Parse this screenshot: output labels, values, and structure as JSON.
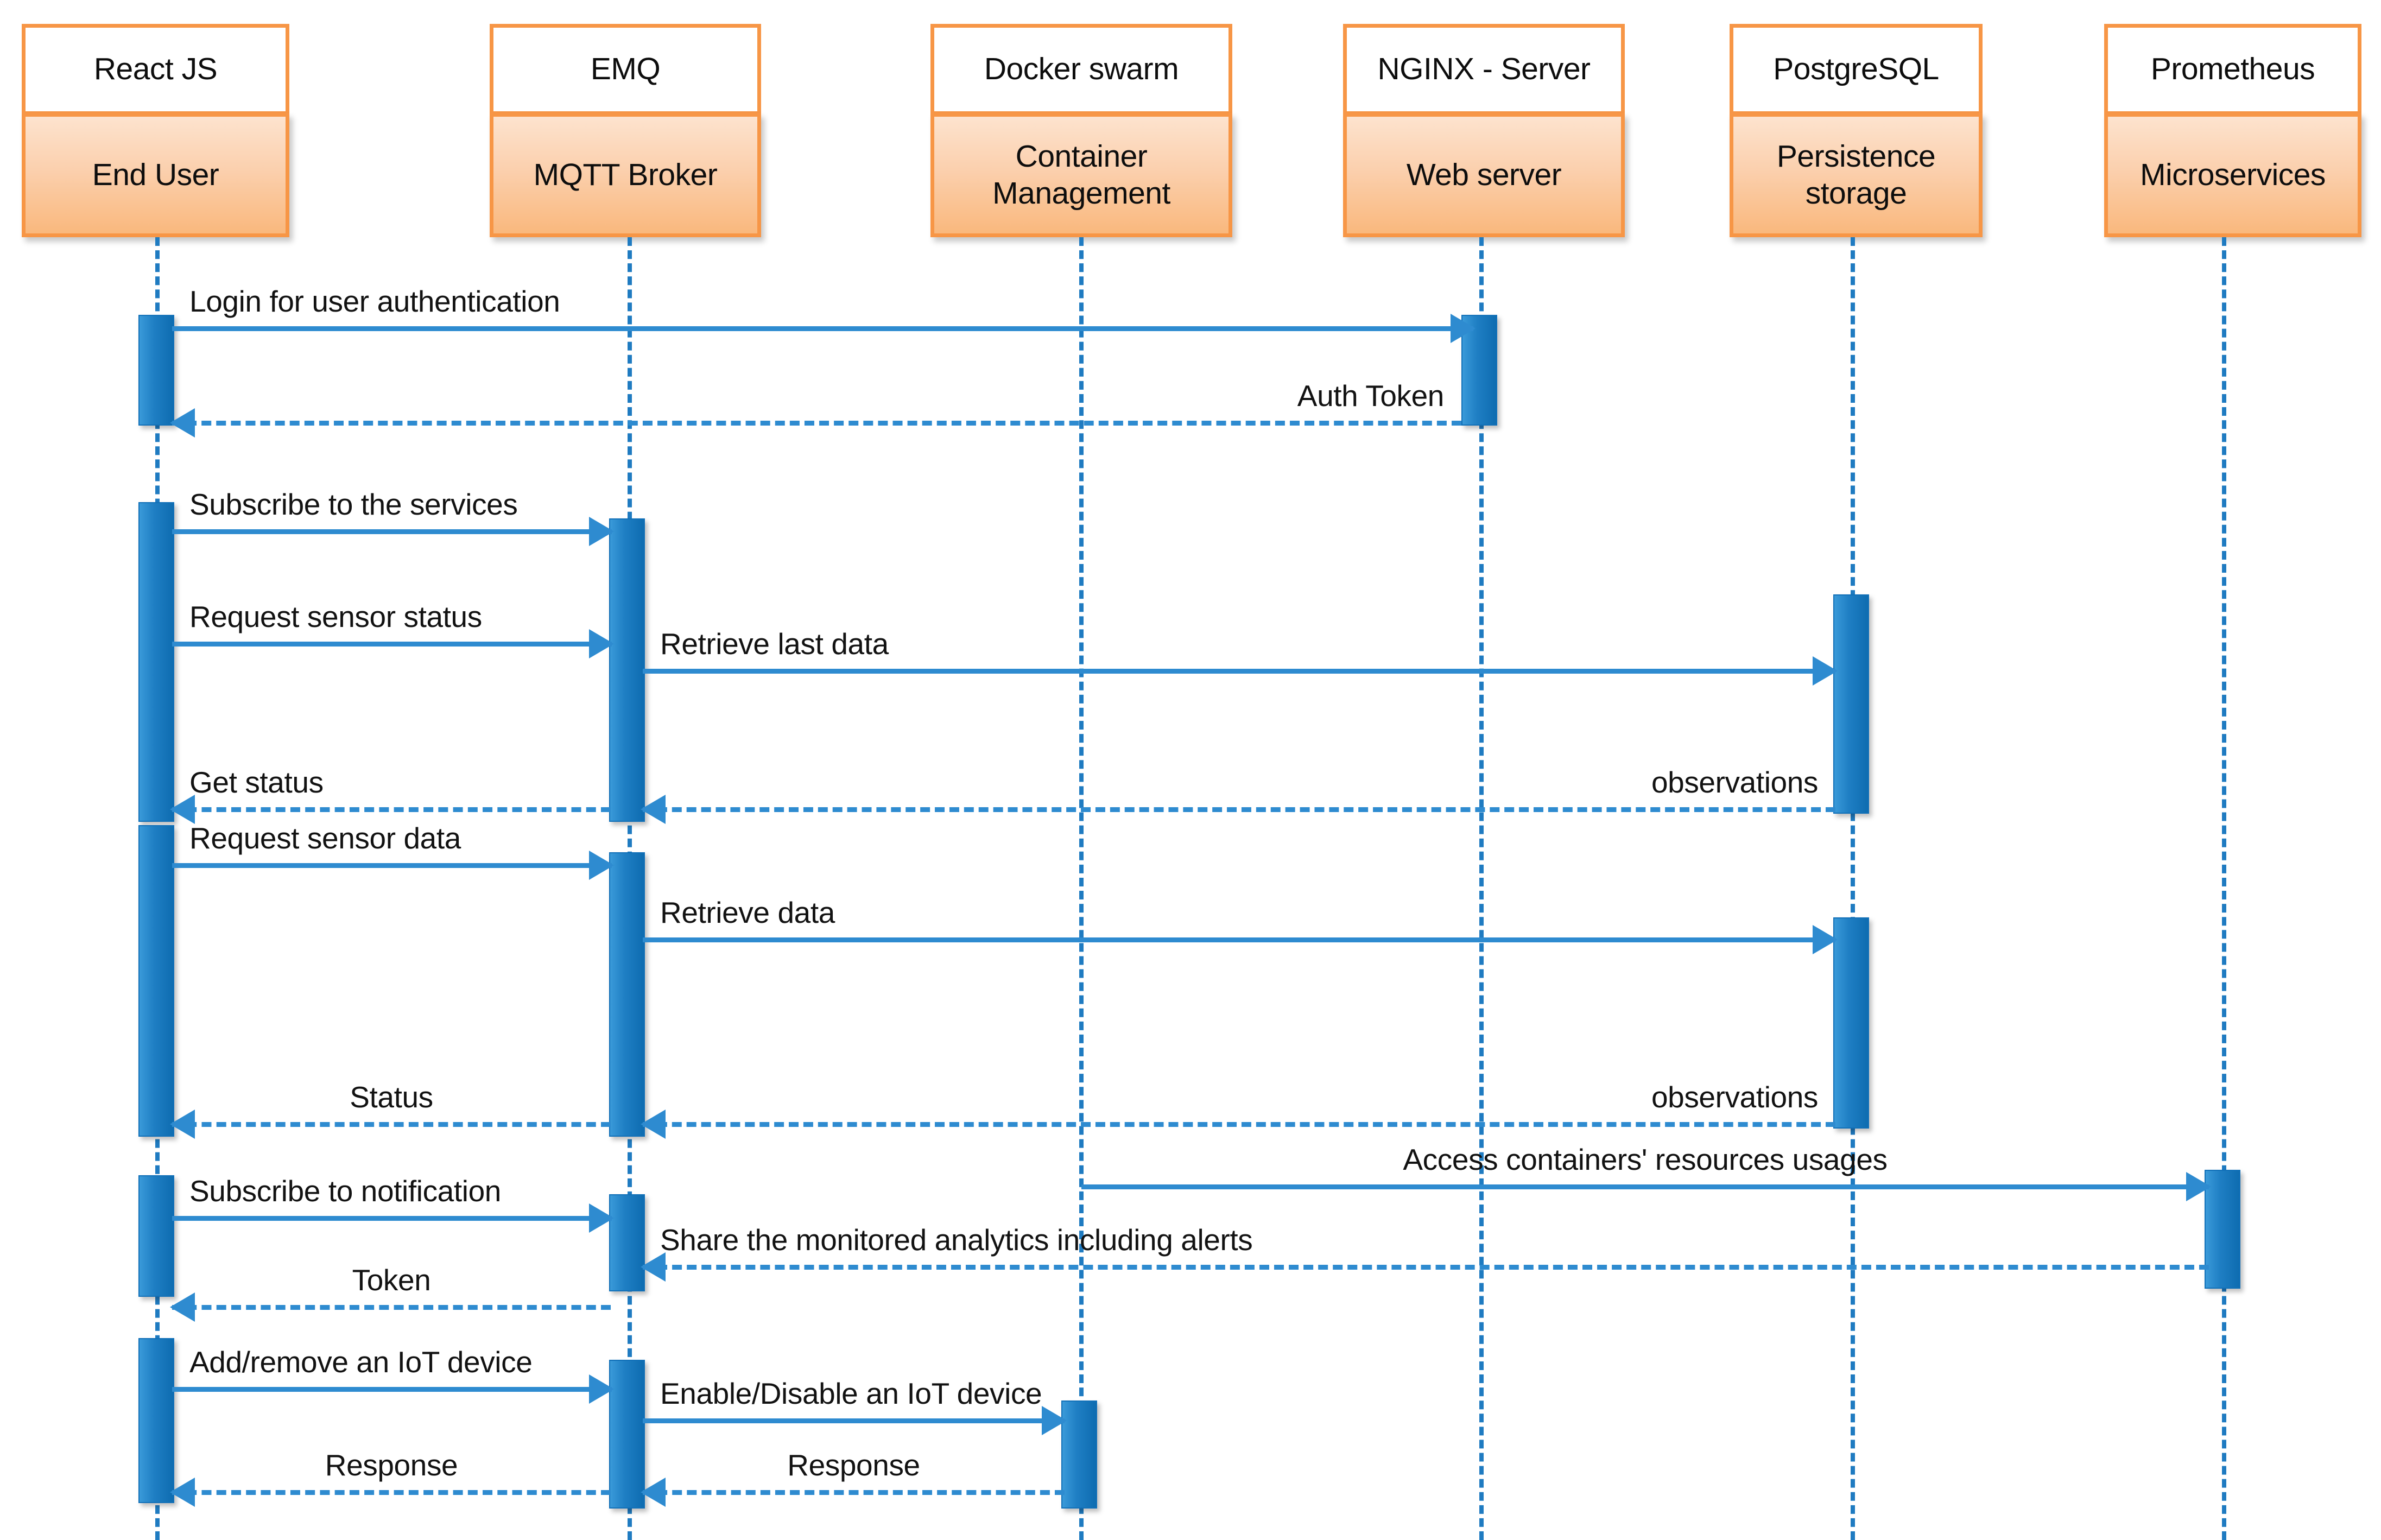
{
  "diagram": {
    "title": "IoT platform sequence diagram",
    "type": "uml-sequence-diagram",
    "colors": {
      "participant_border": "#F79646",
      "participant_fill_top": "#FFFFFF",
      "participant_fill_bottom": "#FBD0AE",
      "lifeline": "#1F7BC1",
      "activation": "#1F7FC4",
      "message": "#2E8BD0",
      "text": "#121212",
      "background": "#FFFFFF"
    }
  },
  "participants": [
    {
      "id": "enduser",
      "technology": "React JS",
      "role": "End User"
    },
    {
      "id": "broker",
      "technology": "EMQ",
      "role": "MQTT Broker"
    },
    {
      "id": "docker",
      "technology": "Docker swarm",
      "role": "Container Management"
    },
    {
      "id": "nginx",
      "technology": "NGINX - Server",
      "role": "Web server"
    },
    {
      "id": "postgres",
      "technology": "PostgreSQL",
      "role": "Persistence storage"
    },
    {
      "id": "prometheus",
      "technology": "Prometheus",
      "role": "Microservices"
    }
  ],
  "messages": [
    {
      "id": "m1",
      "label": "Login for user authentication",
      "from": "enduser",
      "to": "nginx",
      "kind": "call",
      "order": 1
    },
    {
      "id": "m2",
      "label": "Auth Token",
      "from": "nginx",
      "to": "enduser",
      "kind": "return",
      "order": 2
    },
    {
      "id": "m3",
      "label": "Subscribe to the services",
      "from": "enduser",
      "to": "broker",
      "kind": "call",
      "order": 3
    },
    {
      "id": "m4",
      "label": "Request sensor status",
      "from": "enduser",
      "to": "broker",
      "kind": "call",
      "order": 4
    },
    {
      "id": "m5",
      "label": "Retrieve last data",
      "from": "broker",
      "to": "postgres",
      "kind": "call",
      "order": 5
    },
    {
      "id": "m6",
      "label": "observations",
      "from": "postgres",
      "to": "broker",
      "kind": "return",
      "order": 6
    },
    {
      "id": "m7",
      "label": "Get status",
      "from": "broker",
      "to": "enduser",
      "kind": "return",
      "order": 7
    },
    {
      "id": "m8",
      "label": "Request sensor data",
      "from": "enduser",
      "to": "broker",
      "kind": "call",
      "order": 8
    },
    {
      "id": "m9",
      "label": "Retrieve data",
      "from": "broker",
      "to": "postgres",
      "kind": "call",
      "order": 9
    },
    {
      "id": "m10",
      "label": "observations",
      "from": "postgres",
      "to": "broker",
      "kind": "return",
      "order": 10
    },
    {
      "id": "m11",
      "label": "Status",
      "from": "broker",
      "to": "enduser",
      "kind": "return",
      "order": 11
    },
    {
      "id": "m12",
      "label": "Access containers' resources usages",
      "from": "docker",
      "to": "prometheus",
      "kind": "call",
      "order": 12
    },
    {
      "id": "m13",
      "label": "Subscribe to notification",
      "from": "enduser",
      "to": "broker",
      "kind": "call",
      "order": 13
    },
    {
      "id": "m14",
      "label": "Share the monitored analytics including alerts",
      "from": "prometheus",
      "to": "broker",
      "kind": "return",
      "order": 14
    },
    {
      "id": "m15",
      "label": "Token",
      "from": "broker",
      "to": "enduser",
      "kind": "return",
      "order": 15
    },
    {
      "id": "m16",
      "label": "Add/remove an IoT device",
      "from": "enduser",
      "to": "broker",
      "kind": "call",
      "order": 16
    },
    {
      "id": "m17",
      "label": "Enable/Disable an IoT device",
      "from": "broker",
      "to": "docker",
      "kind": "call",
      "order": 17
    },
    {
      "id": "m18",
      "label": "Response",
      "from": "docker",
      "to": "broker",
      "kind": "return",
      "order": 18
    },
    {
      "id": "m19",
      "label": "Response",
      "from": "broker",
      "to": "enduser",
      "kind": "return",
      "order": 19
    }
  ]
}
